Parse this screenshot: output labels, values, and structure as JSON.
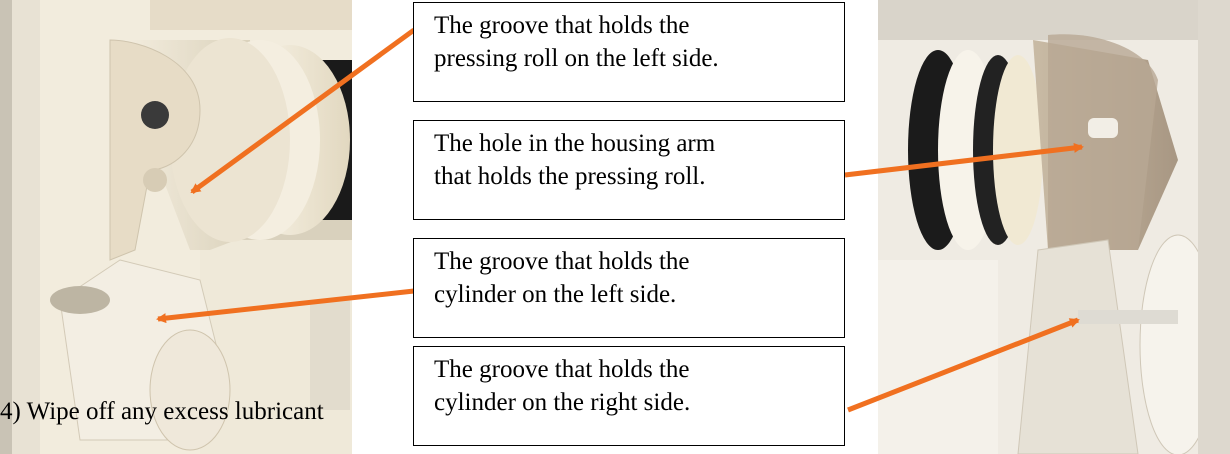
{
  "callouts": [
    {
      "line1": "The groove that holds the",
      "line2": "pressing roll on the left side."
    },
    {
      "line1": "The hole in the housing arm",
      "line2": "that holds the pressing roll."
    },
    {
      "line1": "The groove that holds the",
      "line2": "cylinder on the left side."
    },
    {
      "line1": "The groove that holds the",
      "line2": "cylinder on the right side."
    }
  ],
  "step_text": "4) Wipe off any excess lubricant",
  "colors": {
    "arrow": "#f07020",
    "border": "#000000"
  },
  "icons": [
    "left-machine-photo",
    "right-machine-photo"
  ]
}
